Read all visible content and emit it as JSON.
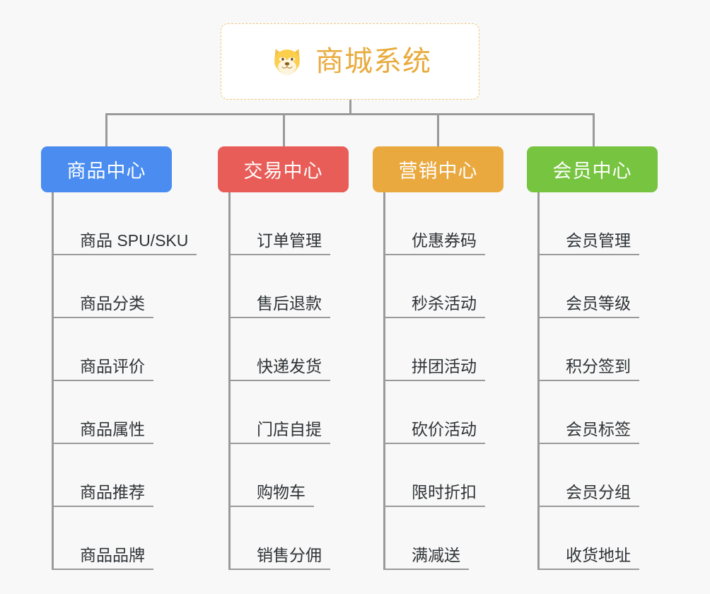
{
  "page": {
    "background_color": "#f8f8f8",
    "line_color": "#9a9a9a"
  },
  "root": {
    "title": "商城系统",
    "icon": "shiba-dog-face-icon",
    "border_color": "#efc57e",
    "text_color": "#e8ab3d",
    "background_color": "#ffffff"
  },
  "branches": [
    {
      "label": "商品中心",
      "color": "#4a8cf0",
      "items": [
        "商品 SPU/SKU",
        "商品分类",
        "商品评价",
        "商品属性",
        "商品推荐",
        "商品品牌"
      ]
    },
    {
      "label": "交易中心",
      "color": "#e85d58",
      "items": [
        "订单管理",
        "售后退款",
        "快递发货",
        "门店自提",
        "购物车",
        "销售分佣"
      ]
    },
    {
      "label": "营销中心",
      "color": "#eaa93f",
      "items": [
        "优惠券码",
        "秒杀活动",
        "拼团活动",
        "砍价活动",
        "限时折扣",
        "满减送"
      ]
    },
    {
      "label": "会员中心",
      "color": "#76c440",
      "items": [
        "会员管理",
        "会员等级",
        "积分签到",
        "会员标签",
        "会员分组",
        "收货地址"
      ]
    }
  ]
}
